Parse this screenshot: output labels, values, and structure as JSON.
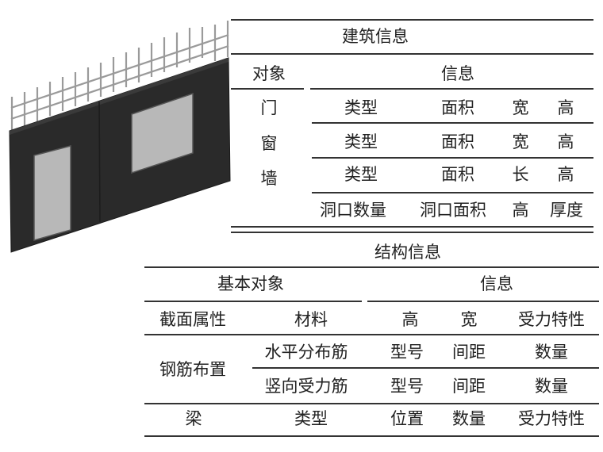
{
  "figure": {
    "illustration": {
      "subject": "wall-with-door-window-and-rebar",
      "colors": {
        "wall": "#2a2a2a",
        "opening": "#b8b8b8",
        "rebar": "#9a9a9a"
      }
    },
    "architecture_table": {
      "title": "建筑信息",
      "header": {
        "object": "对象",
        "info": "信息"
      },
      "objects": [
        "门",
        "窗",
        "墙"
      ],
      "rows": [
        [
          "类型",
          "面积",
          "宽",
          "高"
        ],
        [
          "类型",
          "面积",
          "宽",
          "高"
        ],
        [
          "类型",
          "面积",
          "长",
          "高"
        ],
        [
          "洞口数量",
          "洞口面积",
          "高",
          "厚度"
        ]
      ]
    },
    "structure_table": {
      "title": "结构信息",
      "header": {
        "basic_object": "基本对象",
        "info": "信息"
      },
      "rows": [
        [
          "截面属性",
          "材料",
          "高",
          "宽",
          "受力特性"
        ],
        [
          "钢筋布置",
          "水平分布筋",
          "型号",
          "间距",
          "数量"
        ],
        [
          "",
          "竖向受力筋",
          "型号",
          "间距",
          "数量"
        ],
        [
          "梁",
          "类型",
          "位置",
          "数量",
          "受力特性"
        ]
      ]
    }
  }
}
